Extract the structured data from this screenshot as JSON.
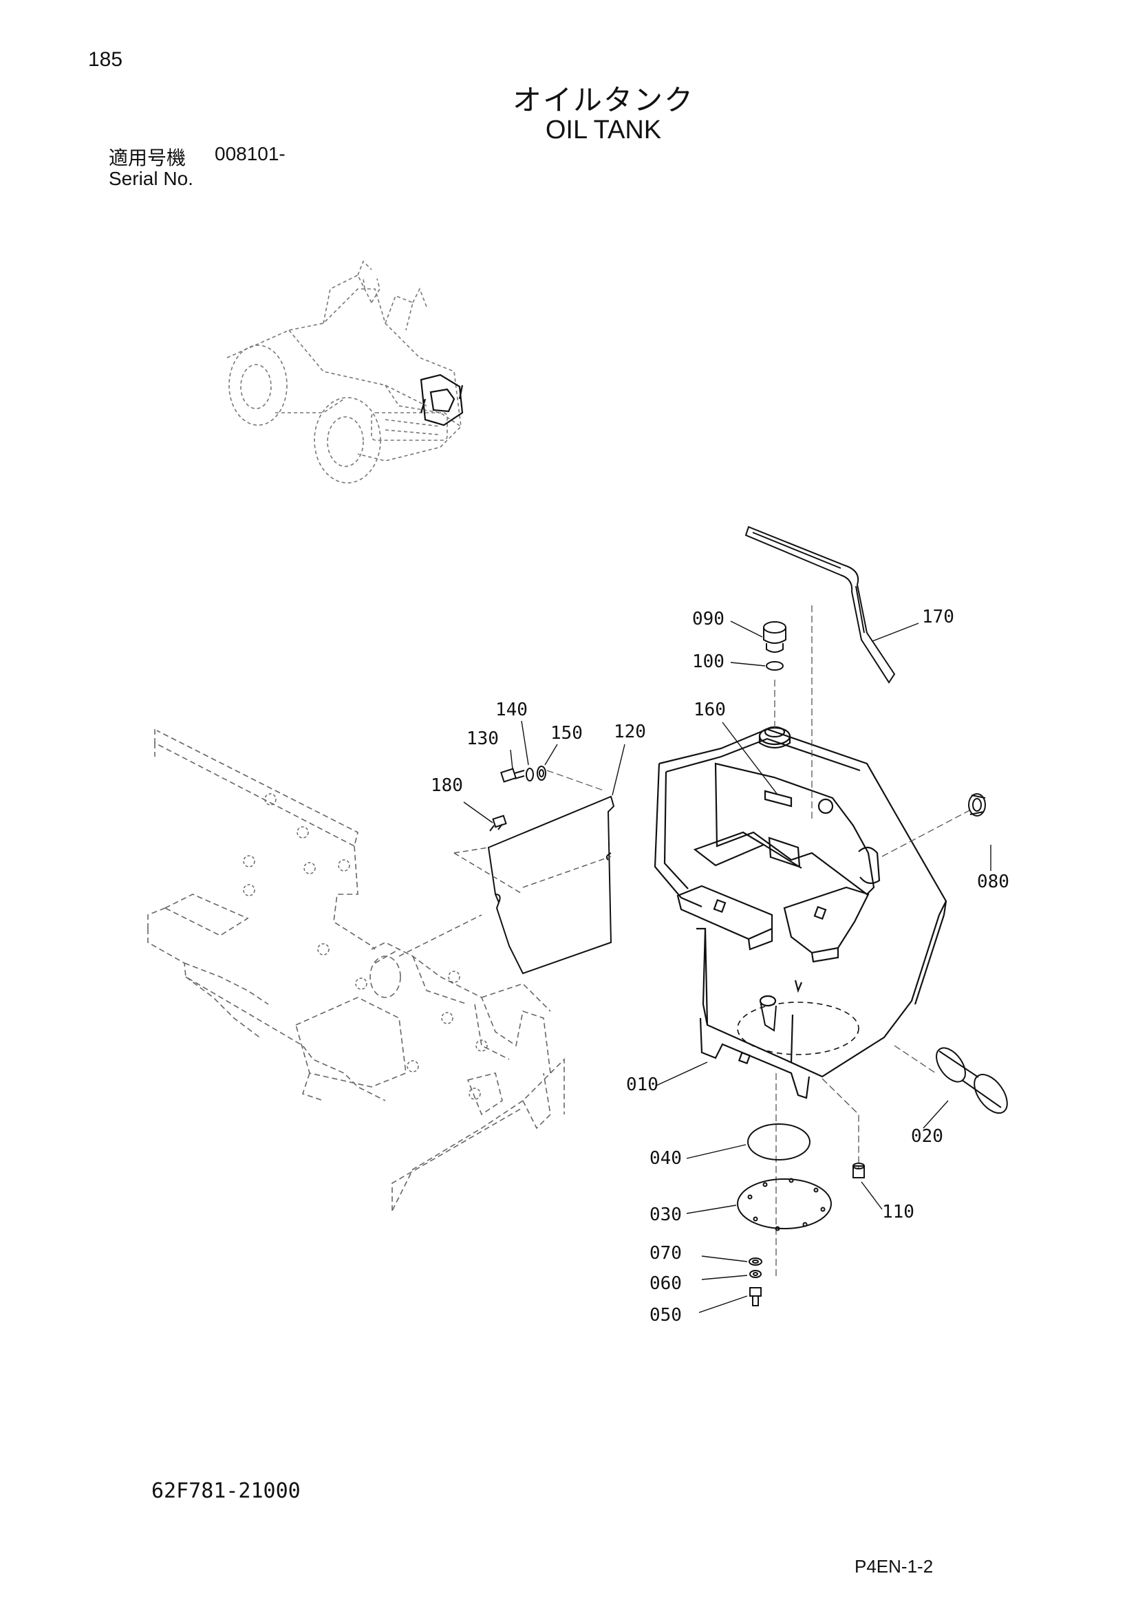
{
  "page": {
    "number": "185"
  },
  "title": {
    "japanese": "オイルタンク",
    "english": "OIL TANK"
  },
  "serial": {
    "label_jp": "適用号機",
    "value": "008101-",
    "label_en": "Serial No."
  },
  "parts": [
    {
      "id": "010"
    },
    {
      "id": "020"
    },
    {
      "id": "030"
    },
    {
      "id": "040"
    },
    {
      "id": "050"
    },
    {
      "id": "060"
    },
    {
      "id": "070"
    },
    {
      "id": "080"
    },
    {
      "id": "090"
    },
    {
      "id": "100"
    },
    {
      "id": "110"
    },
    {
      "id": "120"
    },
    {
      "id": "130"
    },
    {
      "id": "140"
    },
    {
      "id": "150"
    },
    {
      "id": "160"
    },
    {
      "id": "170"
    },
    {
      "id": "180"
    }
  ],
  "footer": {
    "drawing_number": "62F781-21000",
    "code": "P4EN-1-2"
  }
}
